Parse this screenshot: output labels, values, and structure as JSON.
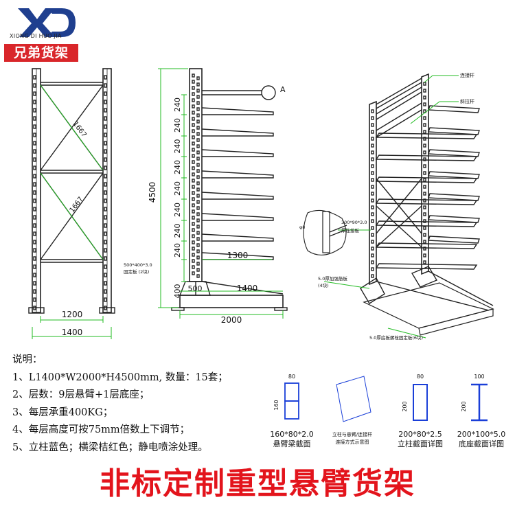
{
  "logo": {
    "en": "XIONG DI HUO JIA",
    "cn": "兄弟货架",
    "accent": "#d9262a",
    "icon": "xd-logo-icon"
  },
  "front_view": {
    "diag_upper": "1667",
    "diag_lower": "1667",
    "dim_inner": "1200",
    "dim_outer": "1400"
  },
  "side_view": {
    "label_A": "A",
    "height_total": "4500",
    "layer_spacings": [
      "240",
      "240",
      "240",
      "240",
      "240",
      "240",
      "240",
      "240"
    ],
    "arm_length": "1300",
    "base_height": "400",
    "base_plate_len": "500",
    "base_arm_len": "1400",
    "base_total": "2000",
    "plate_note_1": "500*400*3.0",
    "plate_note_2": "固定板 (2块)"
  },
  "iso_view": {
    "label_tie": "连接杆",
    "label_brace": "斜拉杆",
    "label_detail_1": "300*90*3.0",
    "label_detail_2": "厚连接板",
    "label_phi": "φ8",
    "label_rib_1": "5.0厚加强筋板",
    "label_rib_2": "(4块)",
    "label_base_plate": "5.0厚底板螺栓固定板(6块)"
  },
  "notes": {
    "title": "说明：",
    "lines": [
      "1、L1400*W2000*H4500mm, 数量：15套；",
      "2、层数：9层悬臂+1层底座；",
      "3、每层承重400KG；",
      "4、每层高度可按75mm倍数上下调节；",
      "5、立柱蓝色；横梁桔红色；静电喷涂处理。"
    ]
  },
  "sections": [
    {
      "top": "80",
      "side": "160",
      "cap1": "160*80*2.0",
      "cap2": "悬臂梁截面"
    },
    {
      "cap1": "立柱与悬臂/连接杆",
      "cap2": "连接方式示意图"
    },
    {
      "top": "80",
      "side": "200",
      "cap1": "200*80*2.5",
      "cap2": "立柱截面详图"
    },
    {
      "top": "100",
      "side": "200",
      "cap1": "200*100*5.0",
      "cap2": "底座截面详图"
    }
  ],
  "title": "非标定制重型悬臂货架",
  "colors": {
    "dim": "#22bb22",
    "title": "#e3141c",
    "blue_section": "#1a3fd8"
  }
}
